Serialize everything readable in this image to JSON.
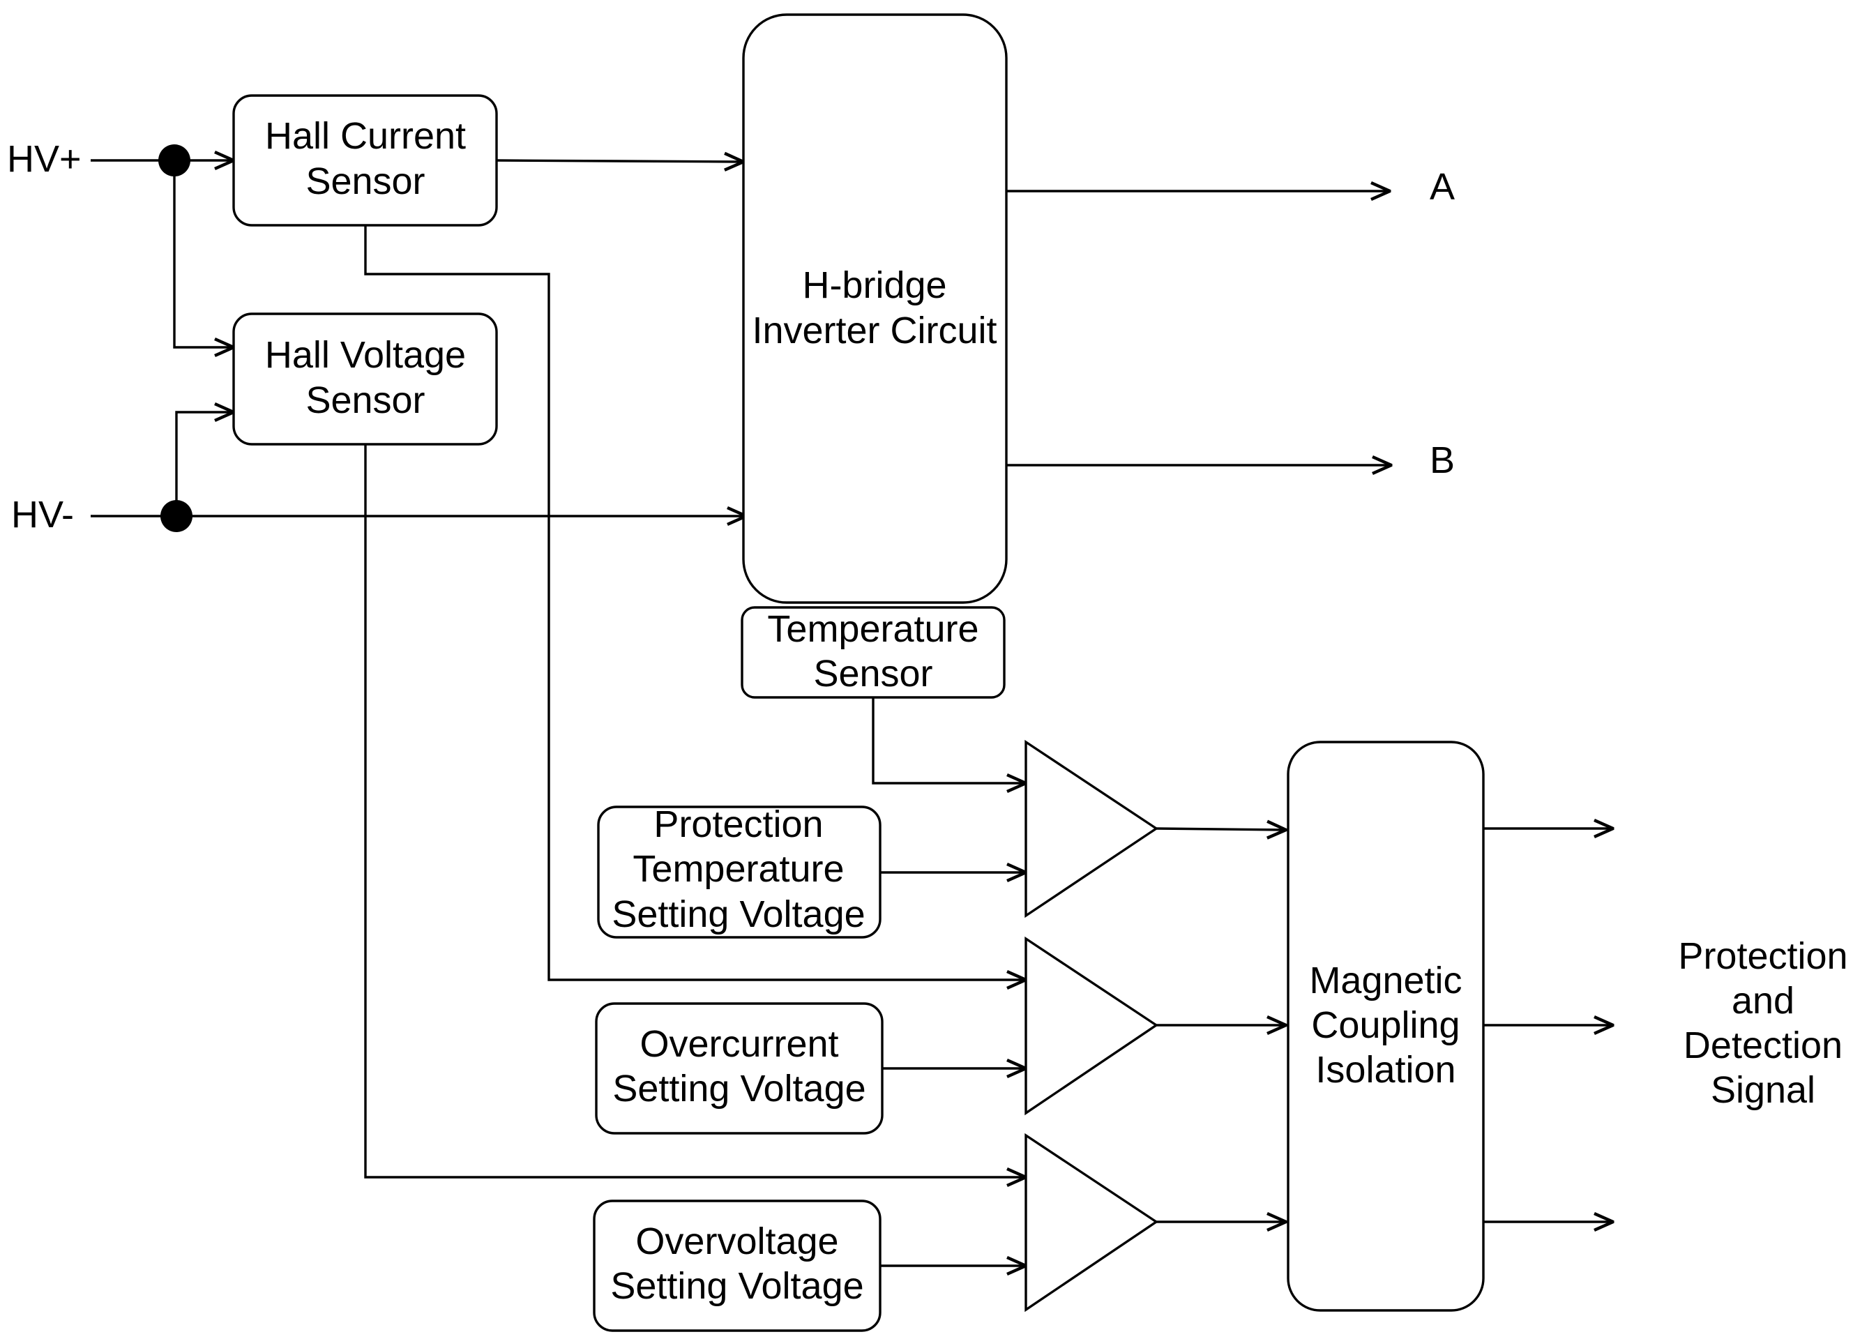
{
  "inputs": {
    "hv_plus": "HV+",
    "hv_minus": "HV-"
  },
  "blocks": {
    "hall_current": [
      "Hall Current",
      "Sensor"
    ],
    "hall_voltage": [
      "Hall Voltage",
      "Sensor"
    ],
    "hbridge": [
      "H-bridge",
      "Inverter Circuit"
    ],
    "temperature": [
      "Temperature",
      "Sensor"
    ],
    "prot_temp": [
      "Protection",
      "Temperature",
      "Setting Voltage"
    ],
    "overcurrent": [
      "Overcurrent",
      "Setting Voltage"
    ],
    "overvoltage": [
      "Overvoltage",
      "Setting Voltage"
    ],
    "magnetic": [
      "Magnetic",
      "Coupling",
      "Isolation"
    ]
  },
  "outputs": {
    "a": "A",
    "b": "B",
    "signal": [
      "Protection",
      "and",
      "Detection",
      "Signal"
    ]
  }
}
